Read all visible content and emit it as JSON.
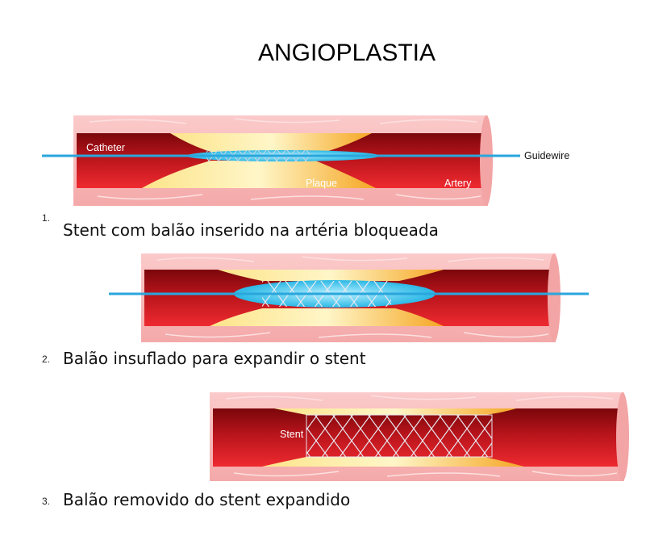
{
  "title": "ANGIOPLASTIA",
  "steps": [
    {
      "number": "1.",
      "caption": "Stent com balão inserido na artéria bloqueada"
    },
    {
      "number": "2.",
      "caption": "Balão insuflado para expandir o stent"
    },
    {
      "number": "3.",
      "caption": "Balão removido do stent expandido"
    }
  ],
  "labels": {
    "catheter": "Catheter",
    "guidewire": "Guidewire",
    "plaque": "Plaque",
    "artery": "Artery",
    "stent": "Stent"
  },
  "colors": {
    "wall": "#f7b9b9",
    "lumen_dark": "#8a0a0e",
    "lumen_light": "#e8222c",
    "plaque": "#f7c043",
    "balloon": "#3cc4ee",
    "guidewire": "#2aa6dc"
  }
}
